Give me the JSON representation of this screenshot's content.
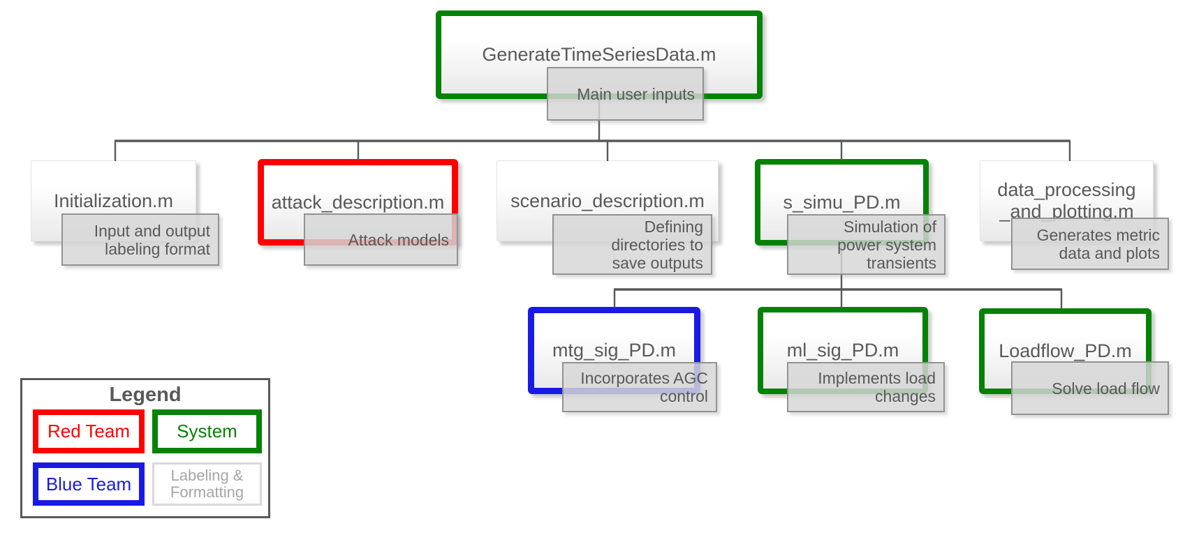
{
  "legend": {
    "title": "Legend",
    "items": [
      {
        "id": "red-team",
        "label": "Red Team",
        "color": "#FF0000"
      },
      {
        "id": "system",
        "label": "System",
        "color": "#048204"
      },
      {
        "id": "blue-team",
        "label": "Blue Team",
        "color": "#1A1AE6"
      },
      {
        "id": "labeling-formatting",
        "label_lines": [
          "Labeling &",
          "Formatting"
        ],
        "color": "#A6A6A6",
        "border_color": "#D9D9D9"
      }
    ]
  },
  "nodes": [
    {
      "id": "generate-time-series-data",
      "label_lines": [
        "GenerateTimeSeriesData.m"
      ],
      "category": "system",
      "note_lines": [
        "Main user inputs"
      ]
    },
    {
      "id": "initialization",
      "label_lines": [
        "Initialization.m"
      ],
      "category": "labeling",
      "note_lines": [
        "Input and output",
        "labeling format"
      ]
    },
    {
      "id": "attack-description",
      "label_lines": [
        "attack_description.m"
      ],
      "category": "red-team",
      "note_lines": [
        "Attack models"
      ]
    },
    {
      "id": "scenario-description",
      "label_lines": [
        "scenario_description.m"
      ],
      "category": "labeling",
      "note_lines": [
        "Defining",
        "directories to",
        "save outputs"
      ]
    },
    {
      "id": "s-simu-pd",
      "label_lines": [
        "s_simu_PD.m"
      ],
      "category": "system",
      "note_lines": [
        "Simulation of",
        "power system",
        "transients"
      ]
    },
    {
      "id": "data-processing-and-plotting",
      "label_lines": [
        "data_processing",
        "_and_plotting.m"
      ],
      "category": "labeling",
      "note_lines": [
        "Generates metric",
        "data and plots"
      ]
    },
    {
      "id": "mtg-sig-pd",
      "label_lines": [
        "mtg_sig_PD.m"
      ],
      "category": "blue-team",
      "note_lines": [
        "Incorporates AGC",
        "control"
      ]
    },
    {
      "id": "ml-sig-pd",
      "label_lines": [
        "ml_sig_PD.m"
      ],
      "category": "system",
      "note_lines": [
        "Implements load",
        "changes"
      ]
    },
    {
      "id": "loadflow-pd",
      "label_lines": [
        "Loadflow_PD.m"
      ],
      "category": "system",
      "note_lines": [
        "Solve load flow"
      ]
    }
  ],
  "colors": {
    "red_team": "#FF0000",
    "system_green": "#048204",
    "blue_team": "#1A1AE6",
    "text": "#595959",
    "connector": "#595959",
    "note_fill": "#D6D6D6",
    "note_border": "#929292",
    "plain_box_border": "#E3E3E3"
  }
}
